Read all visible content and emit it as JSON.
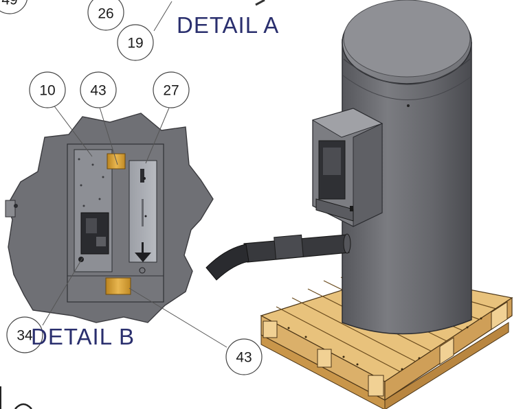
{
  "labels": {
    "detail_a": "DETAIL  A",
    "detail_b": "DETAIL  B"
  },
  "callouts": {
    "c49": "49",
    "c26": "26",
    "c19": "19",
    "c10": "10",
    "c43_top": "43",
    "c27": "27",
    "c34": "34",
    "c43_bottom": "43"
  },
  "colors": {
    "callout_text": "#1c1c1c",
    "detail_title": "#2a2f6e",
    "tank": "#6c6d72",
    "brass": "#d6a133",
    "pallet_wood": "#e8c27c"
  }
}
